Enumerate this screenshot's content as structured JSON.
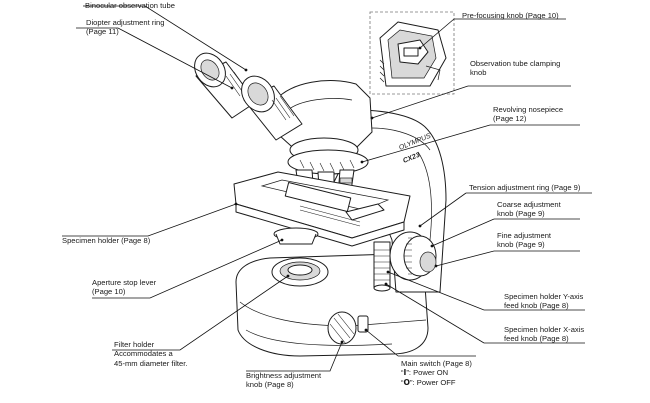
{
  "labels": {
    "binocular_tube": [
      "Binocular observation tube"
    ],
    "diopter_ring": [
      "Diopter adjustment ring",
      "(Page 11)"
    ],
    "prefocusing_knob": [
      "Pre-focusing knob (Page 10)"
    ],
    "tube_clamping_knob": [
      "Observation tube clamping",
      "knob"
    ],
    "revolving_nosepiece": [
      "Revolving nosepiece",
      "(Page 12)"
    ],
    "tension_ring": [
      "Tension adjustment ring (Page 9)"
    ],
    "coarse_knob": [
      "Coarse adjustment",
      "knob (Page 9)"
    ],
    "fine_knob": [
      "Fine adjustment",
      "knob (Page 9)"
    ],
    "specimen_holder": [
      "Specimen holder (Page 8)"
    ],
    "aperture_lever": [
      "Aperture stop lever",
      "(Page 10)"
    ],
    "y_axis_knob": [
      "Specimen holder Y-axis",
      "feed knob (Page 8)"
    ],
    "x_axis_knob": [
      "Specimen holder X-axis",
      "feed knob (Page 8)"
    ],
    "filter_holder": [
      "Filter holder",
      "Accommodates a",
      "45-mm diameter filter."
    ],
    "brightness_knob": [
      "Brightness adjustment",
      "knob (Page 8)"
    ],
    "main_switch": [
      "Main switch (Page 8)"
    ]
  },
  "switch_states": {
    "on_symbol": "I",
    "on_text": ": Power ON",
    "off_symbol": "O",
    "off_text": ": Power OFF"
  },
  "brand_text": "OLYMPUS",
  "model_text": "CX23"
}
